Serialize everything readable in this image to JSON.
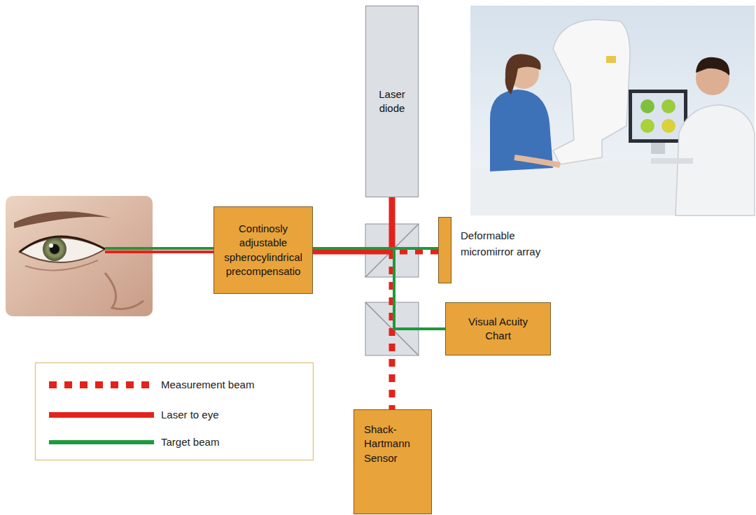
{
  "diagram": {
    "nodes": [
      {
        "text": [
          "Laser diode"
        ]
      },
      {
        "text": [
          "Continosly adjustable spherocylindrical precompensatio"
        ]
      },
      {
        "text": [
          "Deformable micromirror array"
        ]
      },
      {
        "text": [
          "Visual Acuity Chart"
        ]
      },
      {
        "text": [
          "Shack-Hartmann Sensor"
        ]
      }
    ],
    "edges": [
      {
        "from": 0,
        "to": 1,
        "arrow": "none"
      },
      {
        "from": 3,
        "to": 1,
        "arrow": "none"
      },
      {
        "from": 1,
        "to": 2,
        "arrow": "none"
      },
      {
        "from": 2,
        "to": 4,
        "arrow": "none"
      }
    ],
    "legend": [
      {
        "text": "Measurement beam"
      },
      {
        "text": "Laser to eye"
      },
      {
        "text": "Target beam"
      }
    ]
  }
}
